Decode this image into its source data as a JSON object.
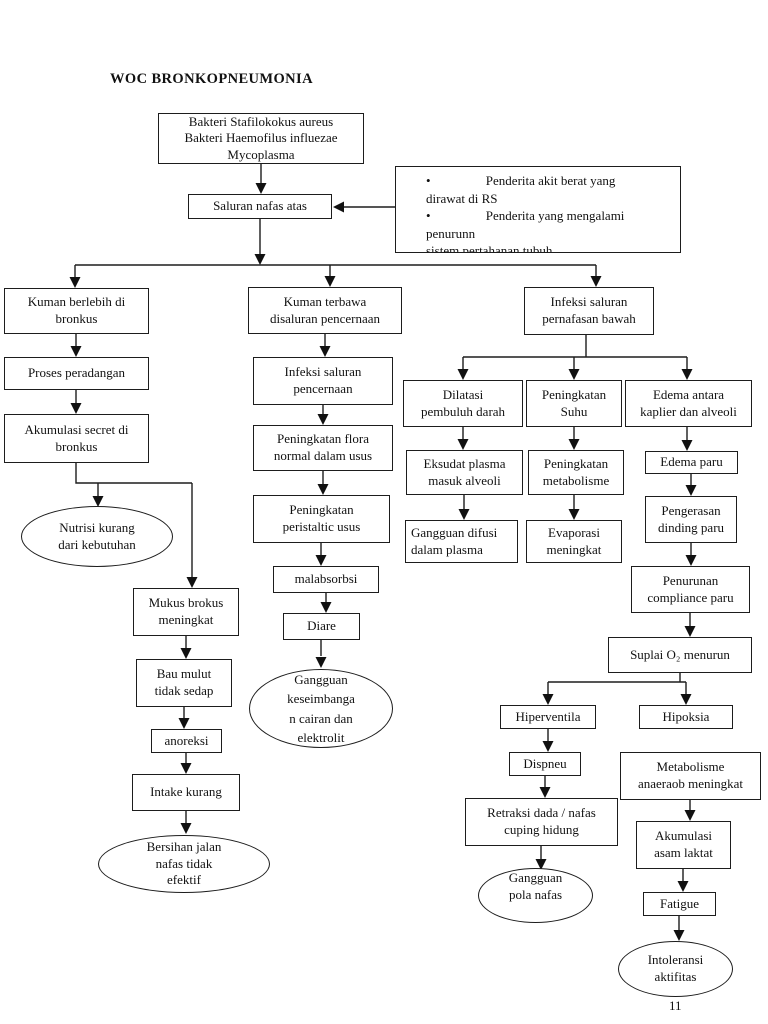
{
  "page": {
    "title": "WOC BRONKOPNEUMONIA",
    "page_number": "11"
  },
  "nodes": {
    "bakteri": {
      "text": "Bakteri Stafilokokus aureus\nBakteri Haemofilus influezae\nMycoplasma"
    },
    "saluran_nafas_atas": {
      "text": "Saluran nafas atas"
    },
    "penyebab_info": {
      "text": "•                 Penderita akit berat yang\ndirawat di RS\n•                 Penderita yang mengalami\npenurunn\nsistem pertahanan tubuh"
    },
    "kuman_berlebih_bronkus": {
      "text": "Kuman berlebih di\nbronkus"
    },
    "kuman_terbawa_pencernaan": {
      "text": "Kuman terbawa\ndisaluran pencernaan"
    },
    "infeksi_pernafasan_bawah": {
      "text": "Infeksi saluran\npernafasan bawah"
    },
    "proses_peradangan": {
      "text": "Proses peradangan"
    },
    "akumulasi_secret": {
      "text": "Akumulasi secret di\nbronkus"
    },
    "nutrisi_kurang": {
      "text": "Nutrisi kurang\ndari kebutuhan"
    },
    "mukus_brokus": {
      "text": "Mukus brokus\nmeningkat"
    },
    "bau_mulut": {
      "text": "Bau mulut\ntidak sedap"
    },
    "anoreksi": {
      "text": "anoreksi"
    },
    "intake_kurang": {
      "text": "Intake kurang"
    },
    "bersihan_jalan_nafas": {
      "text": "Bersihan jalan\nnafas tidak\nefektif"
    },
    "infeksi_pencernaan": {
      "text": "Infeksi saluran\npencernaan"
    },
    "flora_usus": {
      "text": "Peningkatan flora\nnormal dalam usus"
    },
    "peristaltic_usus": {
      "text": "Peningkatan\nperistaltic usus"
    },
    "malabsorbsi": {
      "text": "malabsorbsi"
    },
    "diare": {
      "text": "Diare"
    },
    "gangguan_keseimbangan": {
      "text": "Gangguan\nkeseimbanga\nn cairan dan\nelektrolit"
    },
    "dilatasi": {
      "text": "Dilatasi\npembuluh darah"
    },
    "peningkatan_suhu": {
      "text": "Peningkatan\nSuhu"
    },
    "edema_antara": {
      "text": "Edema antara\nkaplier dan alveoli"
    },
    "eksudat_plasma": {
      "text": "Eksudat plasma\nmasuk alveoli"
    },
    "peningkatan_metabolisme": {
      "text": "Peningkatan\nmetabolisme"
    },
    "edema_paru": {
      "text": "Edema paru"
    },
    "gangguan_difusi": {
      "text": "Gangguan difusi\ndalam plasma"
    },
    "evaporasi": {
      "text": "Evaporasi\nmeningkat"
    },
    "pengerasan_dinding": {
      "text": "Pengerasan\ndinding paru"
    },
    "penurunan_compliance": {
      "text": "Penurunan\ncompliance paru"
    },
    "suplai_o2": {
      "text": "Suplai O₂ menurun"
    },
    "hiperventila": {
      "text": "Hiperventila"
    },
    "hipoksia": {
      "text": "Hipoksia"
    },
    "dispneu": {
      "text": "Dispneu"
    },
    "metabolisme_anaeraob": {
      "text": "Metabolisme\nanaeraob meningkat"
    },
    "retraksi_dada": {
      "text": "Retraksi dada / nafas\ncuping hidung"
    },
    "gangguan_pola_nafas": {
      "text": "Gangguan\npola nafas"
    },
    "akumulasi_asam_laktat": {
      "text": "Akumulasi\nasam laktat"
    },
    "fatigue": {
      "text": "Fatigue"
    },
    "intoleransi_aktifitas": {
      "text": "Intoleransi\naktifitas"
    }
  },
  "edges": [
    {
      "from": "bakteri",
      "to": "saluran_nafas_atas"
    },
    {
      "from": "penyebab_info",
      "to": "saluran_nafas_atas"
    },
    {
      "from": "saluran_nafas_atas",
      "to": "kuman_berlebih_bronkus"
    },
    {
      "from": "saluran_nafas_atas",
      "to": "kuman_terbawa_pencernaan"
    },
    {
      "from": "saluran_nafas_atas",
      "to": "infeksi_pernafasan_bawah"
    },
    {
      "from": "kuman_berlebih_bronkus",
      "to": "proses_peradangan"
    },
    {
      "from": "proses_peradangan",
      "to": "akumulasi_secret"
    },
    {
      "from": "akumulasi_secret",
      "to": "nutrisi_kurang"
    },
    {
      "from": "akumulasi_secret",
      "to": "mukus_brokus"
    },
    {
      "from": "mukus_brokus",
      "to": "bau_mulut"
    },
    {
      "from": "bau_mulut",
      "to": "anoreksi"
    },
    {
      "from": "anoreksi",
      "to": "intake_kurang"
    },
    {
      "from": "intake_kurang",
      "to": "bersihan_jalan_nafas"
    },
    {
      "from": "kuman_terbawa_pencernaan",
      "to": "infeksi_pencernaan"
    },
    {
      "from": "infeksi_pencernaan",
      "to": "flora_usus"
    },
    {
      "from": "flora_usus",
      "to": "peristaltic_usus"
    },
    {
      "from": "peristaltic_usus",
      "to": "malabsorbsi"
    },
    {
      "from": "malabsorbsi",
      "to": "diare"
    },
    {
      "from": "diare",
      "to": "gangguan_keseimbangan"
    },
    {
      "from": "infeksi_pernafasan_bawah",
      "to": "dilatasi"
    },
    {
      "from": "infeksi_pernafasan_bawah",
      "to": "peningkatan_suhu"
    },
    {
      "from": "infeksi_pernafasan_bawah",
      "to": "edema_antara"
    },
    {
      "from": "dilatasi",
      "to": "eksudat_plasma"
    },
    {
      "from": "eksudat_plasma",
      "to": "gangguan_difusi"
    },
    {
      "from": "peningkatan_suhu",
      "to": "peningkatan_metabolisme"
    },
    {
      "from": "peningkatan_metabolisme",
      "to": "evaporasi"
    },
    {
      "from": "edema_antara",
      "to": "edema_paru"
    },
    {
      "from": "edema_paru",
      "to": "pengerasan_dinding"
    },
    {
      "from": "pengerasan_dinding",
      "to": "penurunan_compliance"
    },
    {
      "from": "penurunan_compliance",
      "to": "suplai_o2"
    },
    {
      "from": "suplai_o2",
      "to": "hiperventila"
    },
    {
      "from": "suplai_o2",
      "to": "hipoksia"
    },
    {
      "from": "hiperventila",
      "to": "dispneu"
    },
    {
      "from": "dispneu",
      "to": "retraksi_dada"
    },
    {
      "from": "retraksi_dada",
      "to": "gangguan_pola_nafas"
    },
    {
      "from": "hipoksia",
      "to": "metabolisme_anaeraob"
    },
    {
      "from": "metabolisme_anaeraob",
      "to": "akumulasi_asam_laktat"
    },
    {
      "from": "akumulasi_asam_laktat",
      "to": "fatigue"
    },
    {
      "from": "fatigue",
      "to": "intoleransi_aktifitas"
    }
  ]
}
